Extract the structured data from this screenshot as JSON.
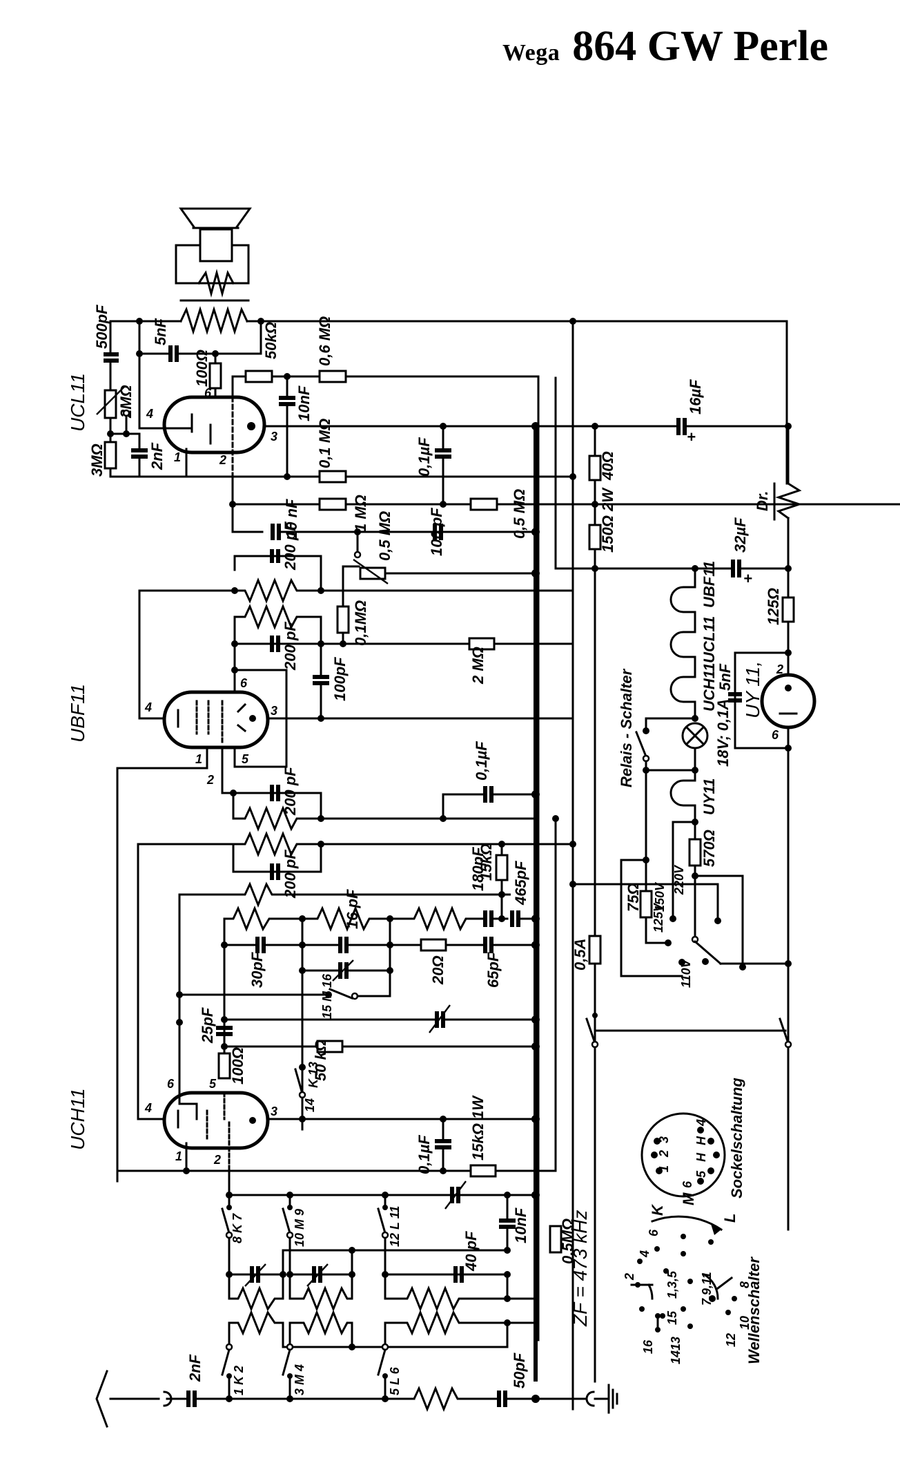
{
  "title": {
    "brand": "Wega",
    "model": "864 GW Perle"
  },
  "tubes": {
    "output": "UCL11",
    "if_amp": "UBF11",
    "mixer": "UCH11",
    "rectifier": "UY 11,"
  },
  "pins": {
    "p1": "1",
    "p2": "2",
    "p3": "3",
    "p4": "4",
    "p5": "5",
    "p6": "6"
  },
  "audio_stage": {
    "c_500pF": "500pF",
    "c_5nF": "5nF",
    "r_100ohm": "100Ω",
    "r_50kohm": "50kΩ",
    "r_0_6M": "0,6 MΩ",
    "c_10nF": "10nF",
    "pot_2M": "2MΩ",
    "r_3M": "3MΩ",
    "c_2nF": "2nF",
    "r_0_1M": "0,1 MΩ",
    "c_0_1uF": "0,1µF",
    "r_1M": "1 MΩ",
    "c_10nF_b": "10 nF",
    "r_0_5M": "0,5 MΩ",
    "c_100pF": "100 pF",
    "pot_0_5M": "0,5 MΩ"
  },
  "power_supply": {
    "c_16uF": "16µF",
    "r_40ohm": "40Ω",
    "choke": "Dr.",
    "r_150ohm": "150Ω 2W",
    "c_32uF": "32µF",
    "r_125ohm": "125Ω",
    "c_5nF": "5nF",
    "lamp": "18V; 0,1A",
    "relay": "Relais - Schalter",
    "r_570ohm": "570Ω",
    "r_75ohm": "75Ω",
    "fuse": "0,5A",
    "taps": [
      "110V",
      "125V",
      "150V",
      "220V"
    ],
    "heaters": [
      "UBF11",
      "UCL11",
      "UCH11",
      "UY11"
    ]
  },
  "if_stage": {
    "c_200pF": "200 pF",
    "r_0_1M": "0,1MΩ",
    "c_100pF": "100pF",
    "r_2M": "2 MΩ",
    "c_0_1uF": "0,1µF"
  },
  "oscillator": {
    "c_180pF": "180pF",
    "r_15k": "15kΩ",
    "c_465pF": "465pF",
    "c_16pF": "16 pF",
    "c_30pF": "30pF",
    "r_20ohm": "20Ω",
    "c_65pF": "65pF",
    "c_25pF": "25pF",
    "r_100ohm": "100Ω",
    "r_50k": "50 kΩ",
    "sw_m": "15 M 16",
    "sw_k": "K 13",
    "sw_k14": "14",
    "c_0_1uF": "0,1µF",
    "r_15k_1w": "15kΩ 1W"
  },
  "input_stage": {
    "sw_upper": [
      "8 K 7",
      "10 M 9",
      "12 L 11"
    ],
    "sw_lower": [
      "1 K 2",
      "3 M 4",
      "5 L 6"
    ],
    "c_10nF": "10nF",
    "c_40pF": "40 pF",
    "r_0_5M": "0,5MΩ",
    "c_2nF": "2nF",
    "c_50pF": "50pF"
  },
  "notes": {
    "zf": "ZF = 473 kHz",
    "socket": "Sockelschaltung",
    "wave_switch": "Wellenschalter",
    "band_k": "K",
    "band_m": "M",
    "band_l": "L",
    "socket_pins": [
      "1",
      "2",
      "3",
      "4",
      "H",
      "H",
      "5",
      "6"
    ],
    "switch_contacts": [
      "2",
      "4",
      "6",
      "1,3,5",
      "15",
      "13",
      "14",
      "16",
      "7,9,11",
      "8",
      "10",
      "12"
    ]
  }
}
